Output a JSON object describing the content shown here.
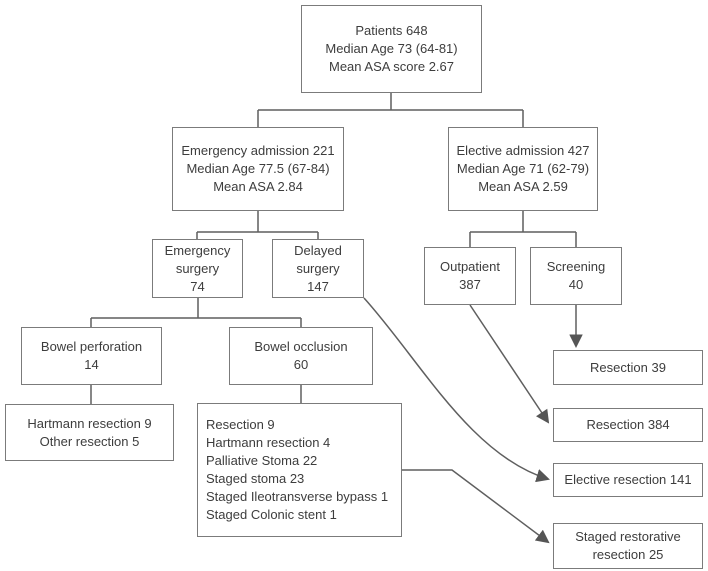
{
  "figure": {
    "type": "flowchart",
    "description": "Patient cohort flow diagram of admissions and resections",
    "colors": {
      "background": "#ffffff",
      "box_border": "#7b7b7b",
      "connector_line": "#5f5f5f",
      "arrowhead": "#555555",
      "text": "#3d3d3d"
    }
  },
  "nodes": {
    "patients": {
      "lines": [
        "Patients 648",
        "Median Age 73 (64-81)",
        "Mean ASA score 2.67"
      ]
    },
    "emergency_admission": {
      "lines": [
        "Emergency admission 221",
        "Median Age 77.5 (67-84)",
        "Mean ASA 2.84"
      ]
    },
    "elective_admission": {
      "lines": [
        "Elective admission 427",
        "Median Age 71 (62-79)",
        "Mean ASA 2.59"
      ]
    },
    "emergency_surgery": {
      "lines": [
        "Emergency",
        "surgery",
        "74"
      ]
    },
    "delayed_surgery": {
      "lines": [
        "Delayed",
        "surgery",
        "147"
      ]
    },
    "outpatient": {
      "lines": [
        "Outpatient",
        "387"
      ]
    },
    "screening": {
      "lines": [
        "Screening",
        "40"
      ]
    },
    "bowel_perforation": {
      "lines": [
        "Bowel perforation",
        "14"
      ]
    },
    "bowel_occlusion": {
      "lines": [
        "Bowel occlusion",
        "60"
      ]
    },
    "perforation_outcomes": {
      "lines": [
        "Hartmann resection 9",
        "Other resection 5"
      ]
    },
    "occlusion_outcomes": {
      "lines": [
        "Resection 9",
        "Hartmann resection 4",
        "Palliative Stoma 22",
        "Staged stoma 23",
        "Staged Ileotransverse bypass 1",
        "Staged Colonic stent 1"
      ]
    },
    "screening_resection": {
      "lines": [
        "Resection 39"
      ]
    },
    "outpatient_resection": {
      "lines": [
        "Resection 384"
      ]
    },
    "elective_resection": {
      "lines": [
        "Elective resection 141"
      ]
    },
    "staged_restorative_resection": {
      "lines": [
        "Staged restorative",
        "resection 25"
      ]
    }
  }
}
